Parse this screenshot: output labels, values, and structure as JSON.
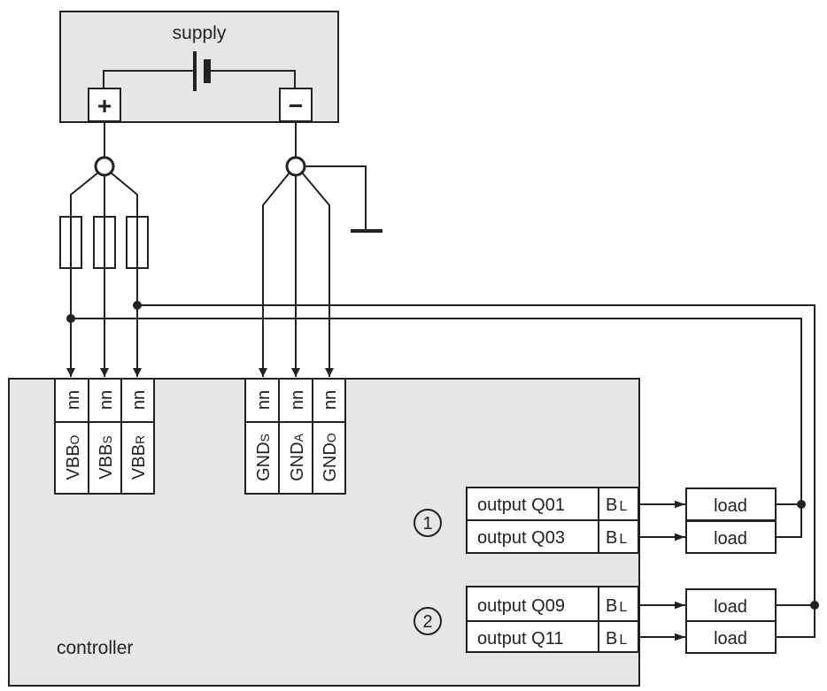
{
  "supply": {
    "label": "supply",
    "plus": "+",
    "minus": "−"
  },
  "controller": {
    "label": "controller"
  },
  "terminals": {
    "vbb": [
      {
        "num": "nn",
        "name": "VBB",
        "sub": "O"
      },
      {
        "num": "nn",
        "name": "VBB",
        "sub": "S"
      },
      {
        "num": "nn",
        "name": "VBB",
        "sub": "R"
      }
    ],
    "gnd": [
      {
        "num": "nn",
        "name": "GND",
        "sub": "S"
      },
      {
        "num": "nn",
        "name": "GND",
        "sub": "A"
      },
      {
        "num": "nn",
        "name": "GND",
        "sub": "O"
      }
    ]
  },
  "groups": [
    {
      "marker": "1",
      "outputs": [
        {
          "label": "output Q01",
          "b": "B",
          "bsub": "L",
          "load": "load"
        },
        {
          "label": "output Q03",
          "b": "B",
          "bsub": "L",
          "load": "load"
        }
      ]
    },
    {
      "marker": "2",
      "outputs": [
        {
          "label": "output Q09",
          "b": "B",
          "bsub": "L",
          "load": "load"
        },
        {
          "label": "output Q11",
          "b": "B",
          "bsub": "L",
          "load": "load"
        }
      ]
    }
  ],
  "colors": {
    "box_fill": "#e6e6e6",
    "line": "#222222",
    "cell_fill": "#ffffff"
  }
}
